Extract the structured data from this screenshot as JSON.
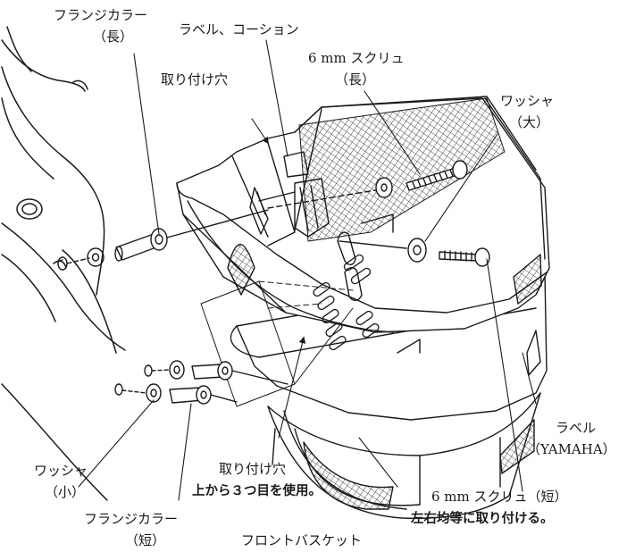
{
  "labels": {
    "flange_collar_long": "フランジカラー",
    "flange_collar_long_sub": "（長）",
    "label_caution": "ラベル、コーション",
    "screw_long": "6 mm スクリュ",
    "screw_long_sub": "（長）",
    "mount_hole_top": "取り付け穴",
    "washer_large": "ワッシャ",
    "washer_large_sub": "（大）",
    "label_yamaha": "ラベル",
    "label_yamaha_sub": "（YAMAHA）",
    "washer_small": "ワッシャ",
    "washer_small_sub": "（小）",
    "mount_hole_bottom": "取り付け穴",
    "mount_hole_bottom_note": "上から３つ目を使用。",
    "screw_short": "6 mm スクリュ（短）",
    "screw_short_note": "左右均等に取り付ける。",
    "flange_collar_short": "フランジカラー",
    "flange_collar_short_sub": "（短）",
    "front_basket": "フロントバスケット"
  }
}
